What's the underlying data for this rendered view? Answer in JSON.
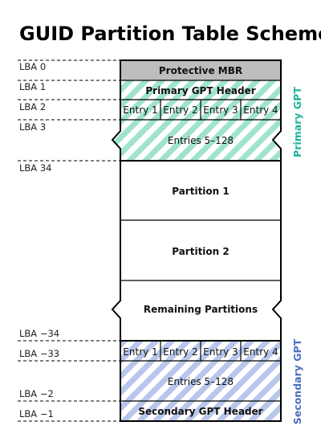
{
  "title": "GUID Partition Table Scheme",
  "lba_labels": {
    "lba0": "LBA 0",
    "lba1": "LBA 1",
    "lba2": "LBA 2",
    "lba3": "LBA 3",
    "lba34": "LBA 34",
    "lba_m34": "LBA −34",
    "lba_m33": "LBA −33",
    "lba_m2": "LBA −2",
    "lba_m1": "LBA −1"
  },
  "blocks": {
    "protective_mbr": "Protective MBR",
    "primary_header": "Primary GPT Header",
    "entries_more": "Entries 5–128",
    "partition1": "Partition 1",
    "partition2": "Partition 2",
    "remaining": "Remaining Partitions",
    "secondary_header": "Secondary GPT Header"
  },
  "entries": {
    "e1": "Entry 1",
    "e2": "Entry 2",
    "e3": "Entry 3",
    "e4": "Entry 4"
  },
  "side_labels": {
    "primary": "Primary GPT",
    "secondary": "Secondary GPT"
  },
  "colors": {
    "primary_stripe": "#9fe3cf",
    "primary_text": "#1fb39a",
    "secondary_stripe": "#b7c6ea",
    "secondary_text": "#4a6fbf",
    "mbr_fill": "#bdbdbd"
  }
}
